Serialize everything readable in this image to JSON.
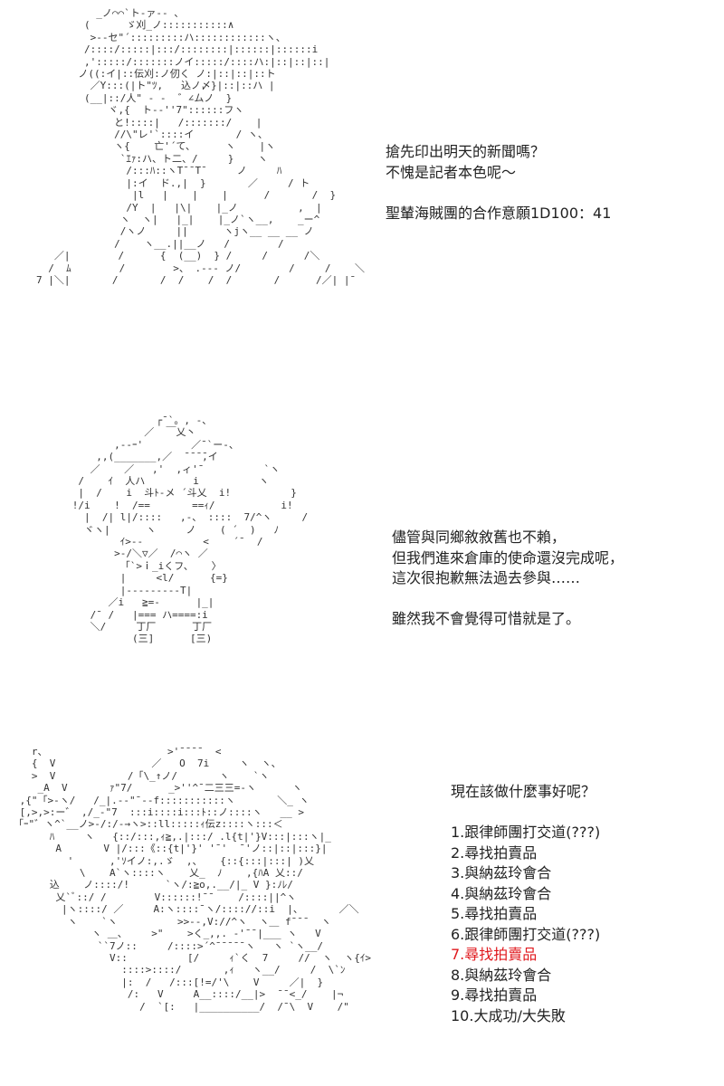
{
  "panels": [
    {
      "art_lines": [
        "          _ノ⌒⌒`ト-ァ-- 、",
        "        (      ゞ刈_ノ:::::::::::∧",
        "         >--セ\"´:::::::::ハ::::::::::::ヽ、",
        "        /::::/:::::|:::/::::::::|::::::|::::::i",
        "        ,':::::/:::::::ノイ:::::/::::ハ:|::|::|::|",
        "       ノ((:イ|::伝刈:ノ仞く ノ:|::|::|::ト",
        "         ／Y:::(|ト\"ﾂ,   込ノ〆}|::|::ハ |",
        "        (__|::/人\" ‐ ‐  ゛∠ムノ  }",
        "            ヾ,{  ト-‐''7\"::::::フヽ",
        "             と!::::|   /:::::::/    |",
        "             //\\\"レ'`::::イ       / ヽ、",
        "             ヽ{    亡'´て、     ヽ    |ヽ",
        "              `ｴｧ:ハ、ト二、/     }    ヽ",
        "               /:::ﾊ::ヽT¯¯T¯     ノ     ﾊ",
        "               |:イ  ド.,|  }       ／     / ト",
        "                |l   |    |    |      /       /  }",
        "               /Y  |   |\\|    |_ノ          ,  |",
        "              ヽ  ヽ|   |_|    |_ノ`ヽ__,    _ー^",
        "              /ヽノ     ||      ヽjヽ__ __ __ ノ",
        "             /    ヽ__.||__ノ   /        /",
        "   ／|        /      {  (__)  } /     /      /＼",
        "  /  ﾑ        /        >、 .-‐‐ ノ/        /     /    ＼",
        "7 |＼|       /       /  /    /  /       /      /／| |¯"
      ],
      "dialogue": [
        "搶先印出明天的新聞嗎？",
        "不愧是記者本色呢～",
        "",
        "聖輦海賊團的合作意願1D100：41"
      ]
    },
    {
      "art_lines": [
        "                    ┌¯`。, -、",
        "                  ／  ￣乂丶",
        "             ,--ｰ'        ／¯`ー-、",
        "          ,,(_______,／  ̄ ̄ ̄ ̄,イ",
        "         ／    ／   ,'  ,ィ'¯          `ヽ",
        "       /    ｲ  人ハ        i          ヽ",
        "       |  /    i  斗ﾄ-メ ´斗乂  i!          }",
        "      !/i    !  /==       ==ｨ/           i!",
        "        |  /| l|/::::   ,-、 ::::  7/^ヽ     /",
        "        ヾヽ|      ヽ     ノ    ( ´  )   ﾉ",
        "              ｲ>--          <    ´¯  /",
        "             >-/＼▽／  /⌒ヽ ／",
        "              「`>ｉ_iくフ、   〉",
        "              |     <l/      {=}",
        "              |---------T|",
        "            ／i   ≧=-      |_|",
        "         /¯ /   |=== ハ====:i",
        "         ＼/     丁厂      丁厂",
        "                (三]      [三)"
      ],
      "dialogue": [
        "儘管與同鄉敘敘舊也不賴，",
        "但我們進來倉庫的使命還沒完成呢，",
        "這次很抱歉無法過去參與……",
        "",
        "雖然我不會覺得可惜就是了。"
      ]
    },
    {
      "art_lines": [
        "   r、                    >'¯¯¯¯  <",
        "   {  V                ／   O  7i     ヽ  ヽ、",
        "   >  V            /「\\_↑ノ/       ヽ    `ヽ",
        "    _A  V       ｧ\"7/      _>''^¯二三三=-ヽ      ヽ",
        " ,{\"「>-ヽ/   /_|.--\"¯--f:::::::::::ヽ       ＼_ ヽ",
        " [,>,>:ー゛ ,/_-\"7  :::i::::i:::ﾄ::ノ::::ヽ   __ >",
        "「ｰ\"゛ヽ^`__ノ>-/:/-→ヽ>::ll:::::ｨ伝z::::ヽ:::＜",
        "      ﾊ     ヽ   {::/:::,ｨ≧,.|:::/ .l{t|'}V:::|:::ヽ|_",
        "       A       V |/:::《::{t|'}' '¯'  ¯'ノ::|::|:::}|",
        "         '      ,'ｿイノ:,.ゞ  ,、   {::{:::|:::| )乂",
        "           \\    A`ヽ::::ヽ    乂_  ﾉ    ,{ﾊA 乂::/",
        "      込    ノ::::/!      `ヽ/:≧o,.__/|_ V }:ﾉﾚ/",
        "       乂`ﾞ::/ /        V::::::!¯¯    /::::||^ヽ",
        "        |ヽ::::/ ／     A:ヽ::::¯ヽ/:::://::i  |、      ／＼",
        "         ヽ    `ヽ          >>--,V://^ヽ  ヽ＿ f¯¯¯  ヽ",
        "             ヽ ＿、    >\"    >く_,,. ‐'¯¯|___ ヽ   V",
        "              ``7ノ::     /::::>´^¯¯¯¯¯ヽ   ヽ `ヽ__/",
        "                V::          [/     ｨ`く  7     //  ヽ  ヽ{ｲ>",
        "                  ::::>::::/       ,ｨ   ヽ__/     /  \\`ﾝ",
        "                  |:  /   /:::[!=/'\\    V     ／|  }",
        "                   /:   V     A__::::/__|>  ¯¯<_/    |¬",
        "                     /  `[:   |__________/  /¯\\  V    /\""
      ],
      "dialogue": [
        "現在該做什麼事好呢？",
        ""
      ],
      "options": [
        {
          "label": "1.跟律師團打交道(???)",
          "highlighted": false
        },
        {
          "label": "2.尋找拍賣品",
          "highlighted": false
        },
        {
          "label": "3.與納茲玲會合",
          "highlighted": false
        },
        {
          "label": "4.與納茲玲會合",
          "highlighted": false
        },
        {
          "label": "5.尋找拍賣品",
          "highlighted": false
        },
        {
          "label": "6.跟律師團打交道(???)",
          "highlighted": false
        },
        {
          "label": "7.尋找拍賣品",
          "highlighted": true
        },
        {
          "label": "8.與納茲玲會合",
          "highlighted": false
        },
        {
          "label": "9.尋找拍賣品",
          "highlighted": false
        },
        {
          "label": "10.大成功/大失敗",
          "highlighted": false
        }
      ]
    }
  ],
  "colors": {
    "text": "#222222",
    "art": "#333333",
    "highlight": "#e0191e",
    "background": "#ffffff"
  }
}
